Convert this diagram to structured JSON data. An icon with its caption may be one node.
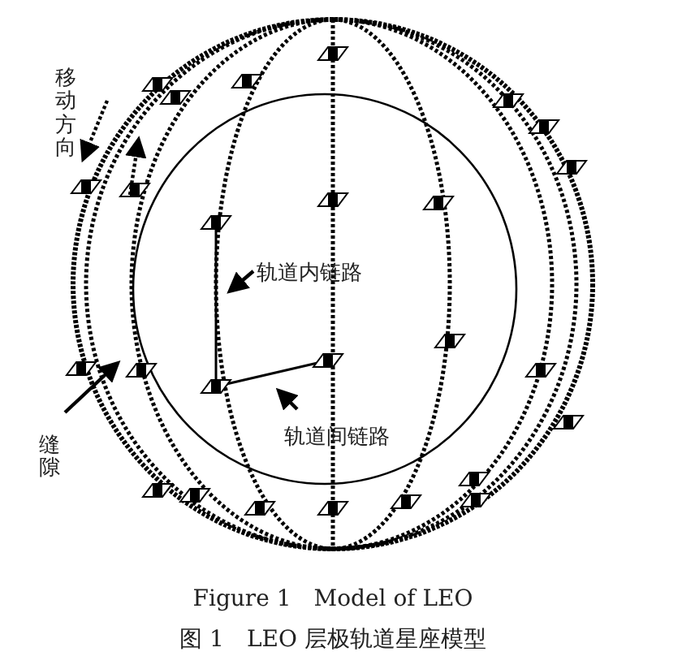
{
  "diagram": {
    "labels": [
      "移动方向",
      "轨道内链路",
      "轨道间链路",
      "缝隙",
      "Figure 1　Model of LEO",
      "图 1　LEO 层极轨道星座模型"
    ]
  }
}
